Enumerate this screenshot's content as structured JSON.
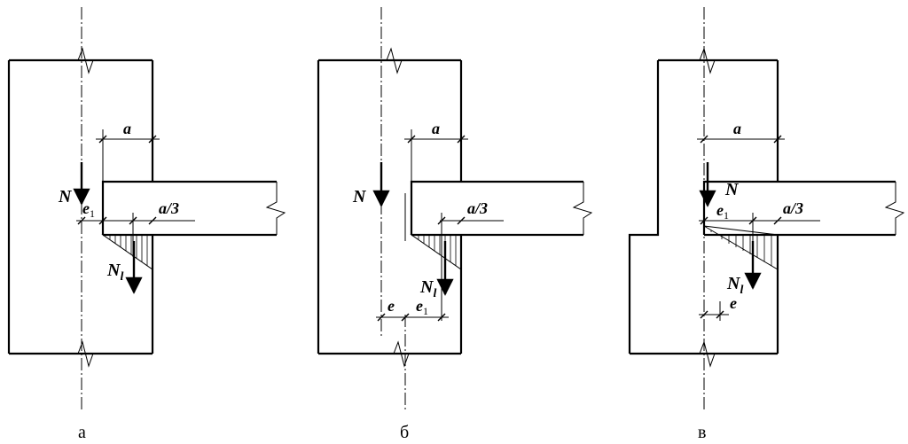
{
  "panels": [
    {
      "caption": "а",
      "labels": {
        "N": "N",
        "N1_base": "N",
        "N1_sub": "l",
        "a_top": "a",
        "a3": "a/3",
        "e1_base": "e",
        "e1_sub": "1"
      }
    },
    {
      "caption": "б",
      "labels": {
        "N": "N",
        "N1_base": "N",
        "N1_sub": "l",
        "a_top": "a",
        "a3": "a/3",
        "e": "e",
        "e1_base": "e",
        "e1_sub": "1"
      }
    },
    {
      "caption": "в",
      "labels": {
        "N": "N",
        "N1_base": "N",
        "N1_sub": "l",
        "a_top": "a",
        "a3": "a/3",
        "e1_base": "e",
        "e1_sub": "1",
        "e": "e"
      }
    }
  ]
}
